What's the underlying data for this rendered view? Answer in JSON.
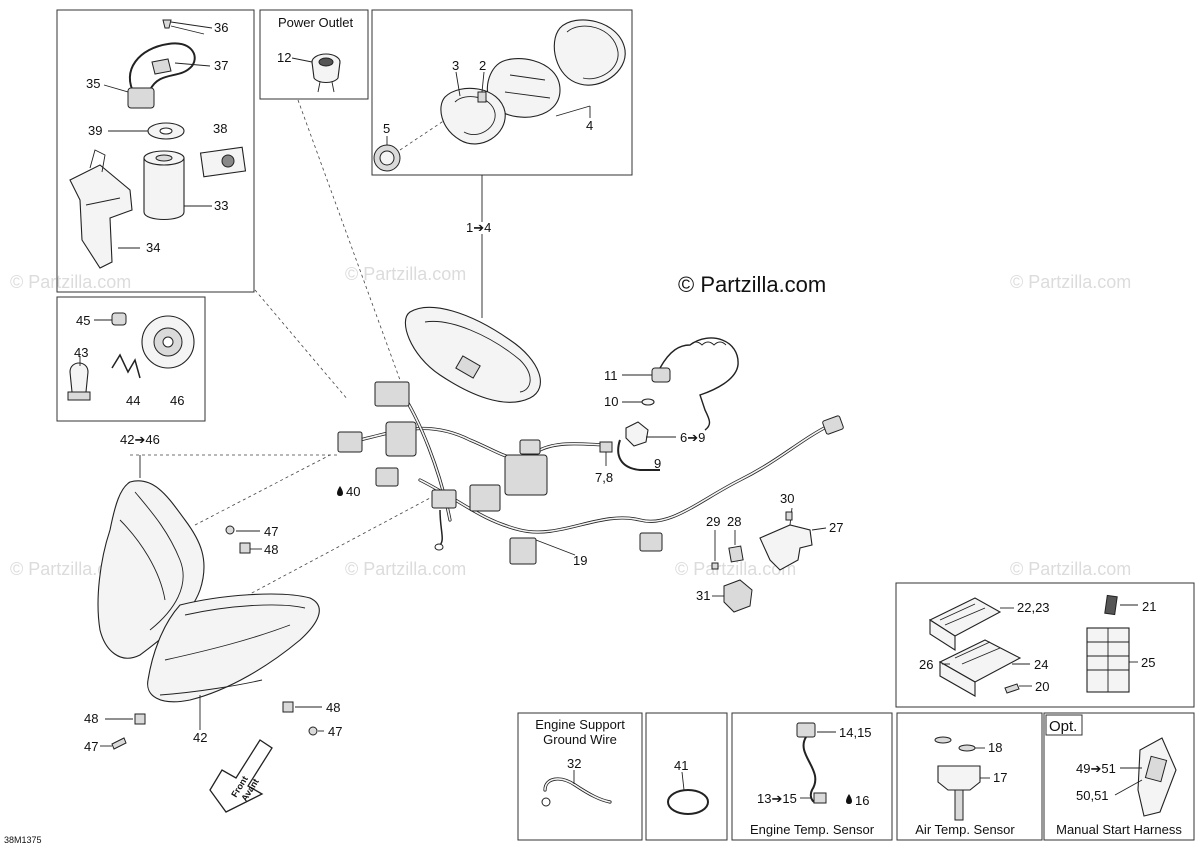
{
  "diagram": {
    "drawing_code": "38M1375",
    "copyright": "© Partzilla.com",
    "watermark": "© Partzilla.com",
    "box_titles": {
      "power_outlet": "Power Outlet",
      "engine_support": "Engine Support\nGround Wire",
      "engine_temp": "Engine Temp. Sensor",
      "air_temp": "Air Temp. Sensor",
      "manual_start": "Manual Start Harness",
      "opt": "Opt."
    },
    "front_arrow": {
      "line1": "Front",
      "line2": "Avant"
    },
    "callouts": {
      "c36": "36",
      "c37": "37",
      "c35": "35",
      "c39": "39",
      "c38": "38",
      "c33": "33",
      "c34": "34",
      "c12": "12",
      "c3": "3",
      "c2": "2",
      "c5": "5",
      "c4": "4",
      "c1to4": "1➔4",
      "c45": "45",
      "c43": "43",
      "c44": "44",
      "c46": "46",
      "c42to46": "42➔46",
      "c40": "40",
      "c11": "11",
      "c10": "10",
      "c6to9": "6➔9",
      "c9": "9",
      "c78": "7,8",
      "c30": "30",
      "c29": "29",
      "c28": "28",
      "c27": "27",
      "c19": "19",
      "c31": "31",
      "c47a": "47",
      "c48a": "48",
      "c48b": "48",
      "c47b": "47",
      "c42": "42",
      "c48c": "48",
      "c47c": "47",
      "c2223": "22,23",
      "c21": "21",
      "c26": "26",
      "c24": "24",
      "c25": "25",
      "c20": "20",
      "c32": "32",
      "c41": "41",
      "c1415": "14,15",
      "c13to15": "13➔15",
      "c16": "16",
      "c18": "18",
      "c17": "17",
      "c49to51": "49➔51",
      "c5051": "50,51"
    }
  }
}
